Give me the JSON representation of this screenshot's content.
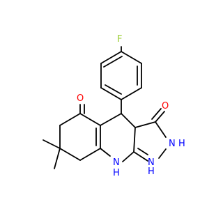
{
  "atoms": {
    "fluorine": {
      "symbol": "F",
      "color": "#9acd32"
    },
    "oxygen_ketone": {
      "symbol": "O",
      "color": "#ff0000"
    },
    "oxygen_hydroxyl": {
      "symbol": "O",
      "color": "#ff0000"
    },
    "nh_pyrazole_2": {
      "symbol": "N",
      "h": "H",
      "color": "#0000ff"
    },
    "nh_pyrazole_1": {
      "symbol": "N",
      "h": "H",
      "color": "#0000ff"
    },
    "nh_ring": {
      "symbol": "N",
      "h": "H",
      "color": "#0000ff"
    }
  },
  "bond_color": "#000000"
}
